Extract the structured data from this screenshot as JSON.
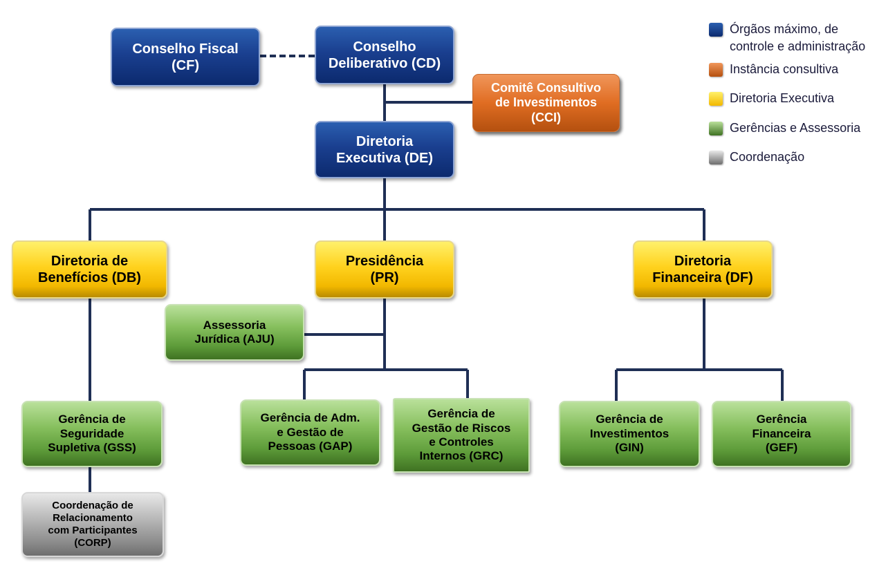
{
  "legend": [
    {
      "label": "Órgãos máximo, de\ncontrole e administração",
      "color": "#1a3f8f"
    },
    {
      "label": "Instância consultiva",
      "color": "#e06d22"
    },
    {
      "label": "Diretoria Executiva",
      "color": "#ffcc1a"
    },
    {
      "label": "Gerências e Assessoria",
      "color": "#6aa845"
    },
    {
      "label": "Coordenação",
      "color": "#9a9a9a"
    }
  ],
  "nodes": {
    "cf": {
      "label": "Conselho Fiscal\n(CF)"
    },
    "cd": {
      "label": "Conselho\nDeliberativo (CD)"
    },
    "cci": {
      "label": "Comitê Consultivo\nde Investimentos\n(CCI)"
    },
    "de": {
      "label": "Diretoria\nExecutiva (DE)"
    },
    "db": {
      "label": "Diretoria de\nBenefícios (DB)"
    },
    "pr": {
      "label": "Presidência\n(PR)"
    },
    "df": {
      "label": "Diretoria\nFinanceira (DF)"
    },
    "aju": {
      "label": "Assessoria\nJurídica (AJU)"
    },
    "gss": {
      "label": "Gerência de\nSeguridade\nSupletiva (GSS)"
    },
    "gap": {
      "label": "Gerência de Adm.\ne Gestão de\nPessoas (GAP)"
    },
    "grc": {
      "label": "Gerência de\nGestão de Riscos\ne Controles\nInternos (GRC)"
    },
    "gin": {
      "label": "Gerência de\nInvestimentos\n(GIN)"
    },
    "gef": {
      "label": "Gerência\nFinanceira\n(GEF)"
    },
    "corp": {
      "label": "Coordenação de\nRelacionamento\ncom Participantes\n(CORP)"
    }
  }
}
